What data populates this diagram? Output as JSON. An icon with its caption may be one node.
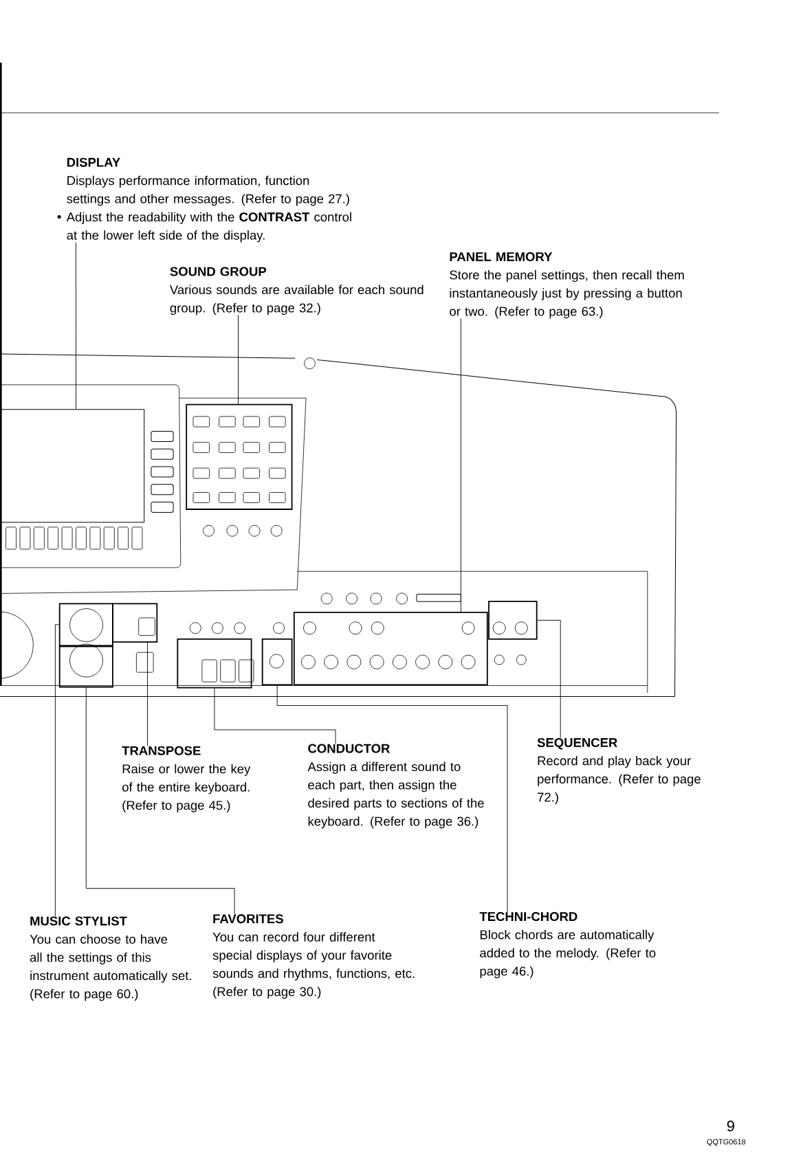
{
  "diagram": {
    "nodes": [
      {
        "text": [
          "DISPLAY",
          "Displays performance information, function settings and other messages. (Refer to page 27.)",
          "Adjust the readability with the **CONTRAST** control at the lower left side of the display."
        ]
      },
      {
        "text": [
          "SOUND GROUP",
          "Various sounds are available for each sound group. (Refer to page 32.)"
        ]
      },
      {
        "text": [
          "PANEL MEMORY",
          "Store the panel settings, then recall them instantaneously just by pressing a button or two. (Refer to page 63.)"
        ]
      },
      {
        "text": [
          "TRANSPOSE",
          "Raise or lower the key of the entire keyboard. (Refer to page 45.)"
        ]
      },
      {
        "text": [
          "CONDUCTOR",
          "Assign a different sound to each part, then assign the desired parts to sections of the keyboard. (Refer to page 36.)"
        ]
      },
      {
        "text": [
          "SEQUENCER",
          "Record and play back your performance. (Refer to page 72.)"
        ]
      },
      {
        "text": [
          "MUSIC STYLIST",
          "You can choose to have all the settings of this instrument automatically set. (Refer to page 60.)"
        ]
      },
      {
        "text": [
          "FAVORITES",
          "You can record four different special displays of your favorite sounds and rhythms, functions, etc. (Refer to page 30.)"
        ]
      },
      {
        "text": [
          "TECHNI-CHORD",
          "Block chords are automatically added to the melody. (Refer to page 46.)"
        ]
      },
      {
        "text": [],
        "shape": "box"
      },
      {
        "text": [],
        "shape": "box"
      },
      {
        "text": [],
        "shape": "box"
      },
      {
        "text": [],
        "shape": "box"
      },
      {
        "text": [],
        "shape": "box"
      },
      {
        "text": [],
        "shape": "box"
      },
      {
        "text": [],
        "shape": "box"
      },
      {
        "text": [],
        "shape": "box"
      },
      {
        "text": [],
        "shape": "box"
      }
    ],
    "edges": [
      {
        "from": 0,
        "to": 9,
        "arrow": "none"
      },
      {
        "from": 1,
        "to": 10,
        "arrow": "none"
      },
      {
        "from": 2,
        "to": 11,
        "arrow": "none"
      },
      {
        "from": 3,
        "to": 12,
        "arrow": "none"
      },
      {
        "from": 4,
        "to": 13,
        "arrow": "none"
      },
      {
        "from": 5,
        "to": 14,
        "arrow": "none"
      },
      {
        "from": 6,
        "to": 15,
        "arrow": "none"
      },
      {
        "from": 7,
        "to": 16,
        "arrow": "none"
      },
      {
        "from": 8,
        "to": 17,
        "arrow": "none"
      }
    ],
    "labels": [
      "9",
      "QQTG0618"
    ]
  }
}
